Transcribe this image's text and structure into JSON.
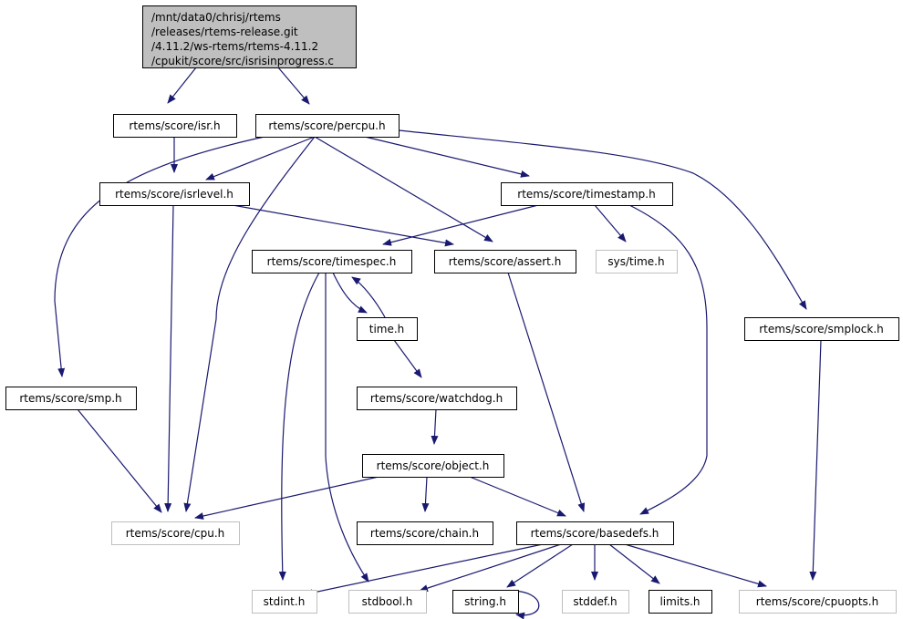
{
  "colors": {
    "edge": "#191970",
    "root_fill": "#bfbfbf",
    "node_border": "#000000",
    "external_border": "#bfbfbf"
  },
  "nodes": {
    "root": {
      "lines": [
        "/mnt/data0/chrisj/rtems",
        "/releases/rtems-release.git",
        "/4.11.2/ws-rtems/rtems-4.11.2",
        "/cpukit/score/src/isrisinprogress.c"
      ],
      "kind": "root"
    },
    "isr": {
      "label": "rtems/score/isr.h",
      "kind": "doc"
    },
    "percpu": {
      "label": "rtems/score/percpu.h",
      "kind": "doc"
    },
    "isrlevel": {
      "label": "rtems/score/isrlevel.h",
      "kind": "doc"
    },
    "timestamp": {
      "label": "rtems/score/timestamp.h",
      "kind": "doc"
    },
    "timespec": {
      "label": "rtems/score/timespec.h",
      "kind": "doc"
    },
    "assert": {
      "label": "rtems/score/assert.h",
      "kind": "doc"
    },
    "systime": {
      "label": "sys/time.h",
      "kind": "external"
    },
    "time": {
      "label": "time.h",
      "kind": "doc"
    },
    "smplock": {
      "label": "rtems/score/smplock.h",
      "kind": "doc"
    },
    "smp": {
      "label": "rtems/score/smp.h",
      "kind": "doc"
    },
    "watchdog": {
      "label": "rtems/score/watchdog.h",
      "kind": "doc"
    },
    "object": {
      "label": "rtems/score/object.h",
      "kind": "doc"
    },
    "cpu": {
      "label": "rtems/score/cpu.h",
      "kind": "external"
    },
    "chain": {
      "label": "rtems/score/chain.h",
      "kind": "doc"
    },
    "basedefs": {
      "label": "rtems/score/basedefs.h",
      "kind": "doc"
    },
    "stdint": {
      "label": "stdint.h",
      "kind": "external"
    },
    "stdbool": {
      "label": "stdbool.h",
      "kind": "external"
    },
    "string": {
      "label": "string.h",
      "kind": "doc"
    },
    "stddef": {
      "label": "stddef.h",
      "kind": "external"
    },
    "limits": {
      "label": "limits.h",
      "kind": "doc"
    },
    "cpuopts": {
      "label": "rtems/score/cpuopts.h",
      "kind": "external"
    }
  },
  "edges": [
    [
      "root",
      "isr"
    ],
    [
      "root",
      "percpu"
    ],
    [
      "isr",
      "isrlevel"
    ],
    [
      "percpu",
      "isrlevel"
    ],
    [
      "percpu",
      "smp"
    ],
    [
      "percpu",
      "cpu"
    ],
    [
      "percpu",
      "assert"
    ],
    [
      "percpu",
      "timestamp"
    ],
    [
      "percpu",
      "smplock"
    ],
    [
      "isrlevel",
      "cpu"
    ],
    [
      "isrlevel",
      "assert"
    ],
    [
      "timestamp",
      "timespec"
    ],
    [
      "timestamp",
      "systime"
    ],
    [
      "timestamp",
      "basedefs"
    ],
    [
      "timespec",
      "time"
    ],
    [
      "time",
      "timespec"
    ],
    [
      "timespec",
      "stdint"
    ],
    [
      "timespec",
      "stdbool"
    ],
    [
      "assert",
      "basedefs"
    ],
    [
      "time",
      "watchdog"
    ],
    [
      "watchdog",
      "object"
    ],
    [
      "object",
      "cpu"
    ],
    [
      "object",
      "chain"
    ],
    [
      "object",
      "basedefs"
    ],
    [
      "smp",
      "cpu"
    ],
    [
      "smplock",
      "cpuopts"
    ],
    [
      "basedefs",
      "stdint"
    ],
    [
      "basedefs",
      "stdbool"
    ],
    [
      "basedefs",
      "string"
    ],
    [
      "basedefs",
      "stddef"
    ],
    [
      "basedefs",
      "limits"
    ],
    [
      "basedefs",
      "cpuopts"
    ],
    [
      "string",
      "string"
    ]
  ]
}
